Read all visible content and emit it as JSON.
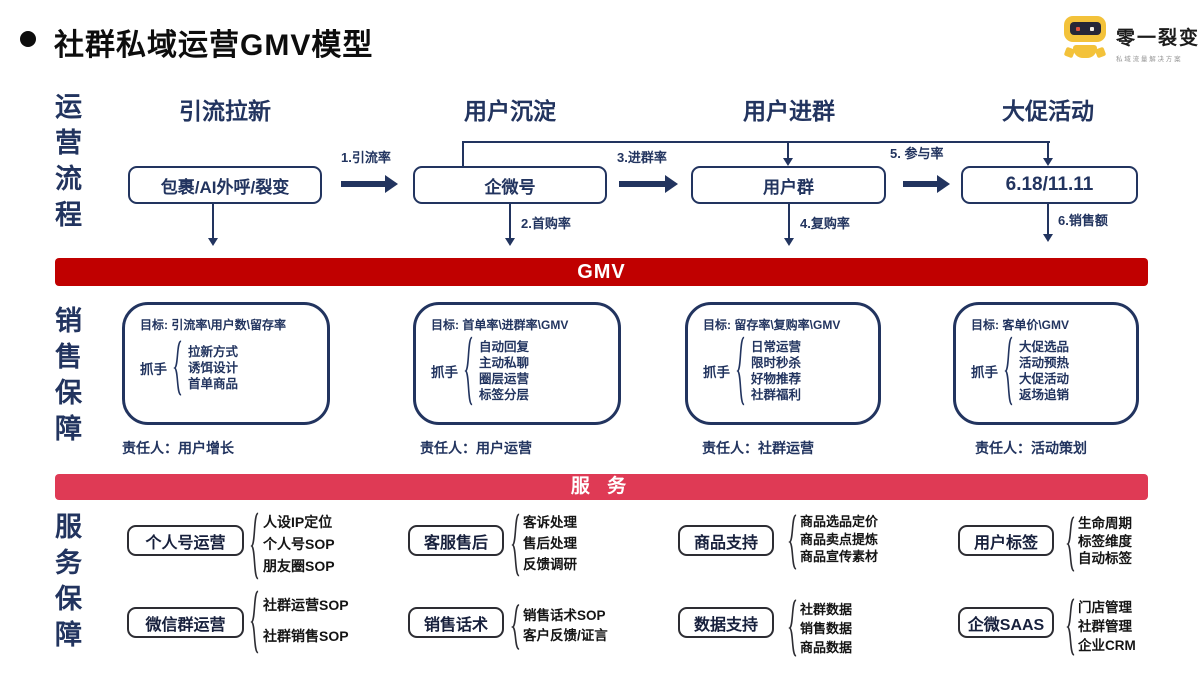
{
  "title": "社群私域运营GMV模型",
  "logo": {
    "name": "零一裂变",
    "tagline": "私域流量解决方案"
  },
  "side_labels": {
    "flow": "运营流程",
    "sales": "销售保障",
    "service": "服务保障"
  },
  "flow": {
    "stages": [
      "引流拉新",
      "用户沉淀",
      "用户进群",
      "大促活动"
    ],
    "boxes": [
      "包裹/AI外呼/裂变",
      "企微号",
      "用户群",
      "6.18/11.11"
    ],
    "arrow_labels": [
      "1.引流率",
      "2.首购率",
      "3.进群率",
      "4.复购率",
      "5. 参与率",
      "6.销售额"
    ]
  },
  "bars": {
    "gmv": "GMV",
    "service": "服 务",
    "gmv_color": "#c00000",
    "service_color": "#df3a55",
    "navy_color": "#22345f"
  },
  "sales_cards": [
    {
      "goal": "目标: 引流率\\用户数\\留存率",
      "handle_label": "抓手",
      "handles": [
        "拉新方式",
        "诱饵设计",
        "首单商品"
      ],
      "owner": "责任人：用户增长"
    },
    {
      "goal": "目标: 首单率\\进群率\\GMV",
      "handle_label": "抓手",
      "handles": [
        "自动回复",
        "主动私聊",
        "圈层运营",
        "标签分层"
      ],
      "owner": "责任人：用户运营"
    },
    {
      "goal": "目标: 留存率\\复购率\\GMV",
      "handle_label": "抓手",
      "handles": [
        "日常运营",
        "限时秒杀",
        "好物推荐",
        "社群福利"
      ],
      "owner": "责任人：社群运营"
    },
    {
      "goal": "目标: 客单价\\GMV",
      "handle_label": "抓手",
      "handles": [
        "大促选品",
        "活动预热",
        "大促活动",
        "返场追销"
      ],
      "owner": "责任人：活动策划"
    }
  ],
  "service_cells": [
    {
      "title": "个人号运营",
      "items": [
        "人设IP定位",
        "个人号SOP",
        "朋友圈SOP"
      ]
    },
    {
      "title": "客服售后",
      "items": [
        "客诉处理",
        "售后处理",
        "反馈调研"
      ]
    },
    {
      "title": "商品支持",
      "items": [
        "商品选品定价",
        "商品卖点提炼",
        "商品宣传素材"
      ]
    },
    {
      "title": "用户标签",
      "items": [
        "生命周期",
        "标签维度",
        "自动标签"
      ]
    },
    {
      "title": "微信群运营",
      "items": [
        "社群运营SOP",
        "社群销售SOP"
      ]
    },
    {
      "title": "销售话术",
      "items": [
        "销售话术SOP",
        "客户反馈/证言"
      ]
    },
    {
      "title": "数据支持",
      "items": [
        "社群数据",
        "销售数据",
        "商品数据"
      ]
    },
    {
      "title": "企微SAAS",
      "items": [
        "门店管理",
        "社群管理",
        "企业CRM"
      ]
    }
  ]
}
